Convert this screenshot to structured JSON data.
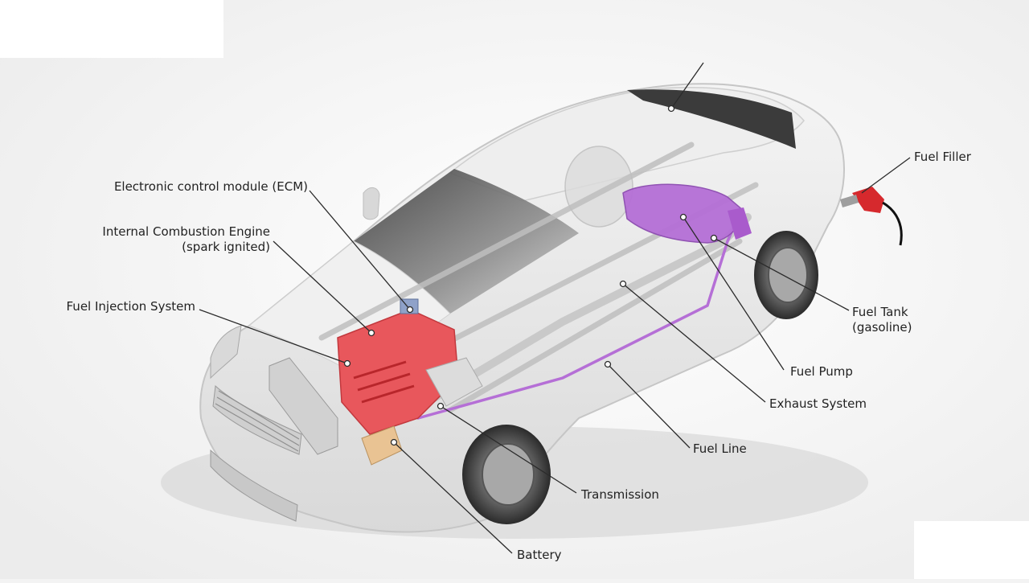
{
  "labels": {
    "ecm": "Electronic control module (ECM)",
    "engine_line1": "Internal Combustion Engine",
    "engine_line2": "(spark ignited)",
    "fuel_injection": "Fuel Injection System",
    "fuel_filler": "Fuel Filler",
    "fuel_tank_line1": "Fuel Tank",
    "fuel_tank_line2": "(gasoline)",
    "fuel_pump": "Fuel Pump",
    "exhaust": "Exhaust System",
    "fuel_line": "Fuel Line",
    "transmission": "Transmission",
    "battery": "Battery"
  },
  "colors": {
    "background": "#f3f3f3",
    "car_body": "#e6e6e6",
    "engine": "#e8575c",
    "fuel_tank": "#b56fd6",
    "battery": "#e9c393",
    "ecm": "#8fa2c9",
    "leader_line": "#2b2b2b"
  }
}
